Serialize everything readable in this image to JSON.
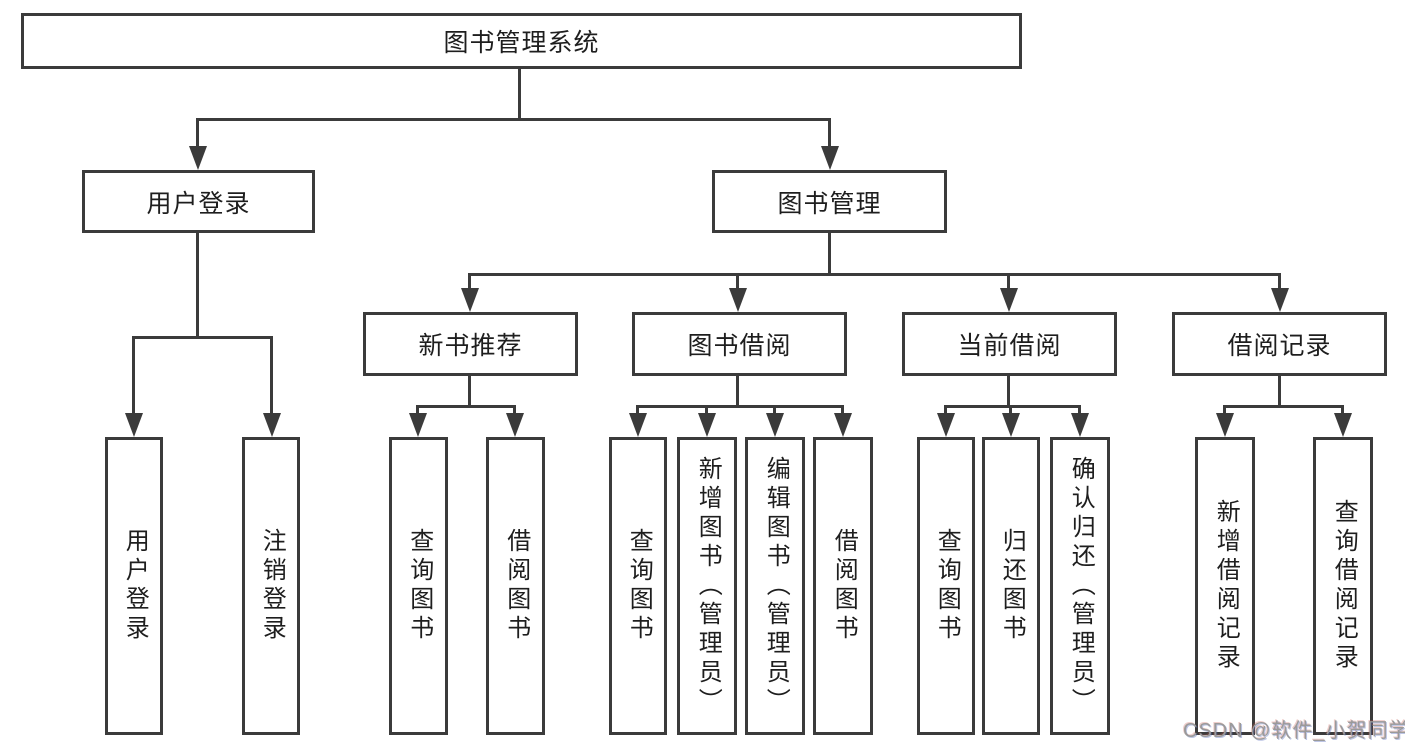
{
  "tree": {
    "root": {
      "label": "图书管理系统",
      "children": [
        {
          "label": "用户登录",
          "children": [
            {
              "label": "用户登录"
            },
            {
              "label": "注销登录"
            }
          ]
        },
        {
          "label": "图书管理",
          "children": [
            {
              "label": "新书推荐",
              "children": [
                {
                  "label": "查询图书"
                },
                {
                  "label": "借阅图书"
                }
              ]
            },
            {
              "label": "图书借阅",
              "children": [
                {
                  "label": "查询图书"
                },
                {
                  "label": "新增图书（管理员）"
                },
                {
                  "label": "编辑图书（管理员）"
                },
                {
                  "label": "借阅图书"
                }
              ]
            },
            {
              "label": "当前借阅",
              "children": [
                {
                  "label": "查询图书"
                },
                {
                  "label": "归还图书"
                },
                {
                  "label": "确认归还（管理员）"
                }
              ]
            },
            {
              "label": "借阅记录",
              "children": [
                {
                  "label": "新增借阅记录"
                },
                {
                  "label": "查询借阅记录"
                }
              ]
            }
          ]
        }
      ]
    }
  },
  "watermark": "CSDN @软件_小贺同学",
  "colors": {
    "line": "#3b3b3b",
    "text": "#1e1e1e",
    "watermark": "#9a9a9a"
  }
}
